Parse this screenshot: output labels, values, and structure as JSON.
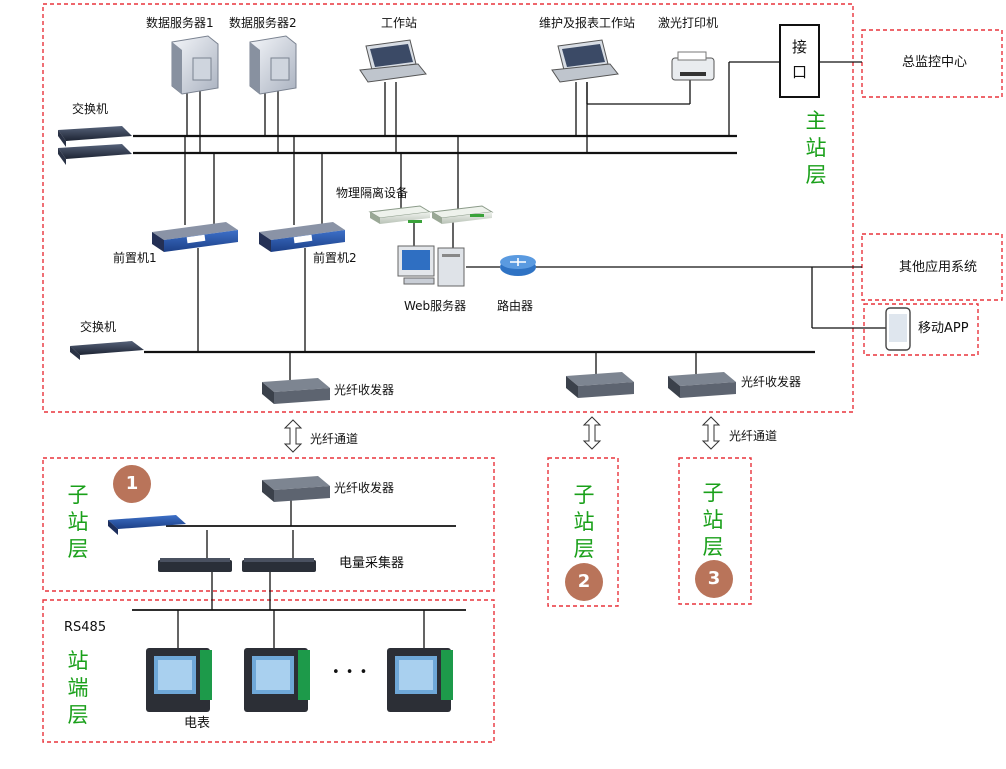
{
  "labels": {
    "data_server_1": "数据服务器1",
    "data_server_2": "数据服务器2",
    "workstation": "工作站",
    "maintenance_station": "维护及报表工作站",
    "laser_printer": "激光打印机",
    "interface": "接口",
    "monitoring_center": "总监控中心",
    "switch_top": "交换机",
    "isolation_device": "物理隔离设备",
    "front_processor_1": "前置机1",
    "front_processor_2": "前置机2",
    "web_server": "Web服务器",
    "router": "路由器",
    "other_systems": "其他应用系统",
    "mobile_app": "移动APP",
    "switch_bottom": "交换机",
    "fiber_transceiver_main": "光纤收发器",
    "fiber_transceiver_right": "光纤收发器",
    "fiber_channel_1": "光纤通道",
    "fiber_channel_3": "光纤通道",
    "fiber_transceiver_sub": "光纤收发器",
    "power_collector": "电量采集器",
    "rs485": "RS485",
    "meter": "电表",
    "ellipsis": "• • •"
  },
  "layers": {
    "main": "主站层",
    "sub": "子站层",
    "end": "站端层"
  },
  "badges": [
    "1",
    "2",
    "3"
  ],
  "colors": {
    "dash_border": "#e8343c",
    "layer_text": "#1aa01a",
    "badge_fill": "#b9745a"
  }
}
